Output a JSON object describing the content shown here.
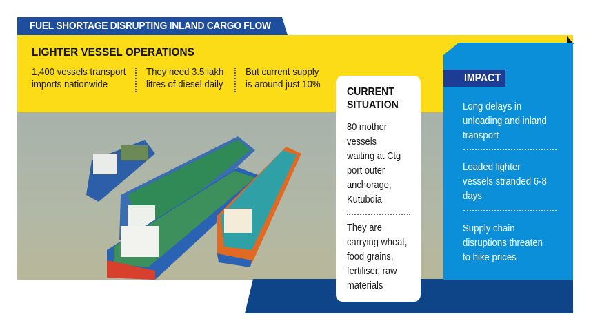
{
  "title": "FUEL SHORTAGE DISRUPTING INLAND CARGO FLOW",
  "operations": {
    "heading": "LIGHTER VESSEL OPERATIONS",
    "stats": [
      {
        "line1": "1,400 vessels transport",
        "line2": "imports nationwide"
      },
      {
        "line1": "They need 3.5 lakh",
        "line2": "litres of diesel daily"
      },
      {
        "line1": "But current supply",
        "line2": "is around just 10%"
      }
    ]
  },
  "current_situation": {
    "heading_line1": "CURRENT",
    "heading_line2": "SITUATION",
    "block1": [
      "80 mother",
      "vessels",
      "waiting at Ctg",
      "port outer",
      "anchorage,",
      "Kutubdia"
    ],
    "block2": [
      "They are",
      "carrying wheat,",
      "food grains,",
      "fertiliser, raw",
      "materials"
    ]
  },
  "impact": {
    "label": "IMPACT",
    "items": [
      [
        "Long delays in",
        "unloading and inland",
        "transport"
      ],
      [
        "Loaded lighter",
        "vessels stranded 6-8",
        "days"
      ],
      [
        "Supply chain",
        "disruptions threaten",
        "to hike prices"
      ]
    ]
  },
  "colors": {
    "yellow": "#fbdc17",
    "blue": "#0a8fd8",
    "navy": "#0e4488",
    "title_blue": "#1d4f9e"
  }
}
